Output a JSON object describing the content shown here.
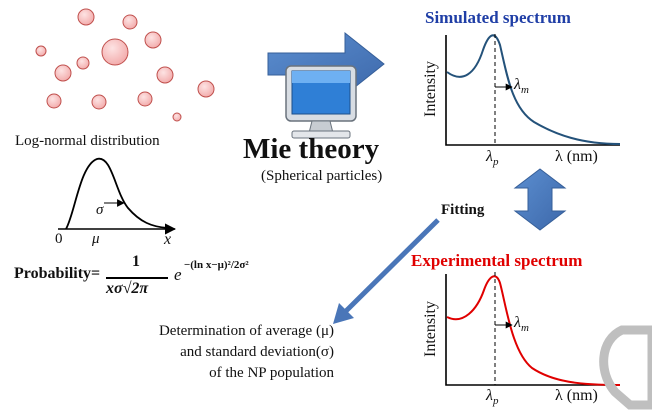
{
  "particles": {
    "fill": "#f4b8b8",
    "stroke": "#c0504d"
  },
  "distribution": {
    "label": "Log-normal distribution",
    "axis_zero": "0",
    "axis_mu": "μ",
    "axis_x": "x",
    "sigma_symbol": "σ"
  },
  "mie": {
    "title": "Mie theory",
    "subtitle": "(Spherical particles)",
    "arrow_color": "#4a76b8",
    "icon": "computer-monitor-icon"
  },
  "simulated": {
    "title": "Simulated spectrum",
    "title_color": "#1f3ea6",
    "curve_color": "#24527a",
    "ylabel": "Intensity",
    "peak_label": "λ",
    "peak_sub": "p",
    "xlabel": "λ (nm)",
    "width_label": "λ",
    "width_sub": "m"
  },
  "fitting": {
    "label": "Fitting",
    "arrow_color": "#4a76b8"
  },
  "experimental": {
    "title": "Experimental spectrum",
    "title_color": "#e00000",
    "curve_color": "#e00000",
    "ylabel": "Intensity",
    "peak_label": "λ",
    "peak_sub": "p",
    "xlabel": "λ (nm)",
    "width_label": "λ",
    "width_sub": "m"
  },
  "formula": {
    "prefix": "Probability=",
    "numerator": "1",
    "denominator": "xσ√2π",
    "base": "e",
    "exponent": "−(ln x−μ)²/2σ²"
  },
  "determination": {
    "line1": "Determination of average (μ)",
    "line2": "and standard deviation(σ)",
    "line3": "of the NP population"
  }
}
